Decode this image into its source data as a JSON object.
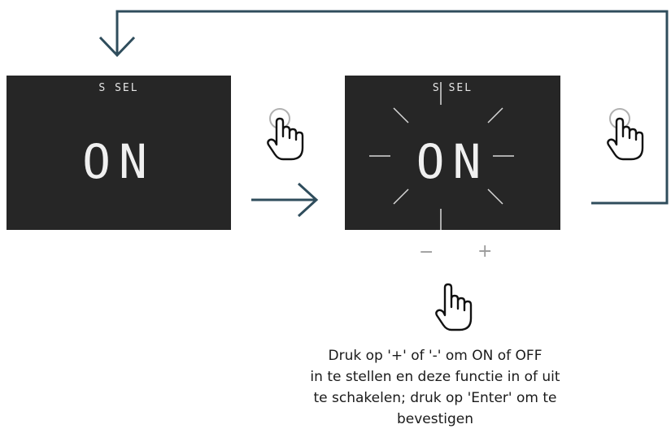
{
  "colors": {
    "arrow": "#2f4d5c",
    "display_bg": "#262626",
    "display_text": "#f0f0f0",
    "hint_gray": "#9a9a9a"
  },
  "display_left": {
    "label": "S SEL",
    "value": "ON"
  },
  "display_right": {
    "label": "S SEL",
    "value": "ON",
    "blinking": true
  },
  "controls": {
    "minus": "−",
    "plus": "+"
  },
  "icons": [
    "hand-tap-icon",
    "hand-tap-icon",
    "hand-tap-icon",
    "arrow-right-icon",
    "loop-arrow-icon"
  ],
  "caption": {
    "line1": "Druk op '+' of '-' om ON of OFF",
    "line2": "in te stellen en deze functie in of uit",
    "line3": "te schakelen; druk op 'Enter' om te",
    "line4": "bevestigen"
  }
}
